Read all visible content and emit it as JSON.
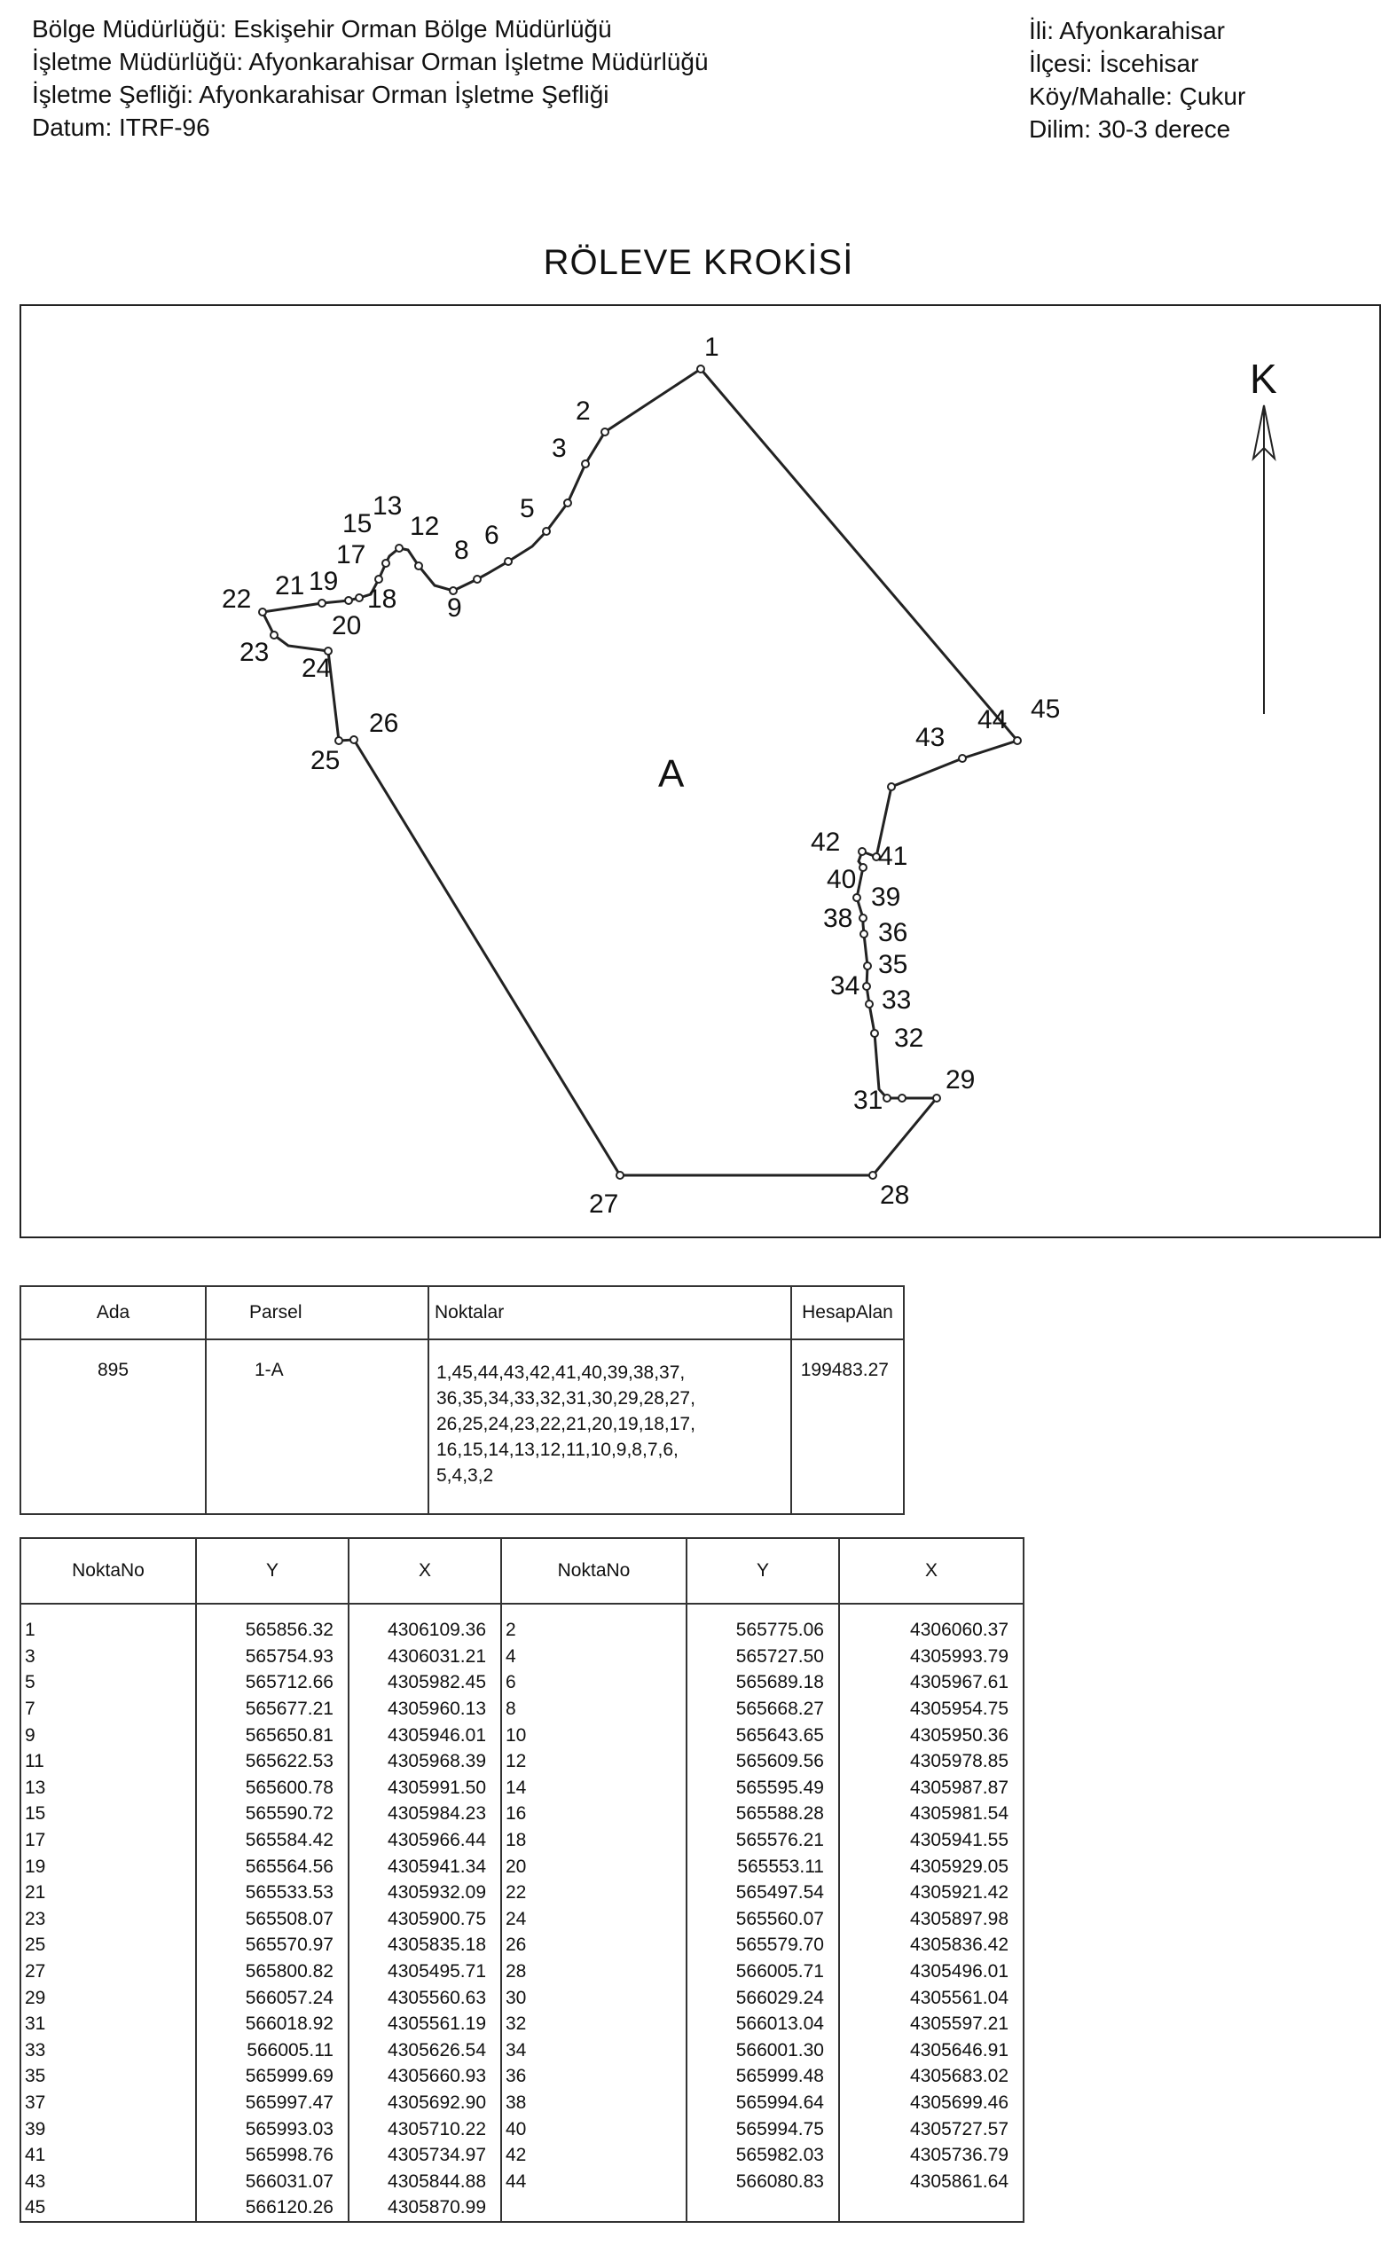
{
  "header": {
    "bolge": "Bölge Müdürlüğü: Eskişehir Orman Bölge Müdürlüğü",
    "isletme": "İşletme Müdürlüğü: Afyonkarahisar Orman İşletme Müdürlüğü",
    "seflik": "İşletme Şefliği: Afyonkarahisar Orman İşletme Şefliği",
    "datum": "Datum: ITRF-96",
    "il": "İli: Afyonkarahisar",
    "ilce": "İlçesi: İscehisar",
    "koy": "Köy/Mahalle: Çukur",
    "dilim": "Dilim:   30-3 derece"
  },
  "title": "RÖLEVE KROKİSİ",
  "sketch": {
    "north_label": "K",
    "parcel_label": "A",
    "point_labels": [
      "1",
      "2",
      "3",
      "5",
      "6",
      "8",
      "9",
      "12",
      "13",
      "15",
      "17",
      "18",
      "19",
      "20",
      "21",
      "22",
      "23",
      "24",
      "25",
      "26",
      "27",
      "28",
      "29",
      "31",
      "32",
      "33",
      "34",
      "35",
      "36",
      "38",
      "39",
      "40",
      "41",
      "42",
      "43",
      "44",
      "45"
    ]
  },
  "parcel_table": {
    "headers": [
      "Ada",
      "Parsel",
      "Noktalar",
      "HesapAlan"
    ],
    "ada": "895",
    "parsel": "1-A",
    "noktalar_lines": [
      "1,45,44,43,42,41,40,39,38,37,",
      "36,35,34,33,32,31,30,29,28,27,",
      "26,25,24,23,22,21,20,19,18,17,",
      "16,15,14,13,12,11,10,9,8,7,6,",
      "5,4,3,2"
    ],
    "alan": "199483.27"
  },
  "coord_table": {
    "headers": [
      "NoktaNo",
      "Y",
      "X",
      "NoktaNo",
      "Y",
      "X"
    ],
    "rows": [
      [
        "1",
        "565856.32",
        "4306109.36",
        "2",
        "565775.06",
        "4306060.37"
      ],
      [
        "3",
        "565754.93",
        "4306031.21",
        "4",
        "565727.50",
        "4305993.79"
      ],
      [
        "5",
        "565712.66",
        "4305982.45",
        "6",
        "565689.18",
        "4305967.61"
      ],
      [
        "7",
        "565677.21",
        "4305960.13",
        "8",
        "565668.27",
        "4305954.75"
      ],
      [
        "9",
        "565650.81",
        "4305946.01",
        "10",
        "565643.65",
        "4305950.36"
      ],
      [
        "11",
        "565622.53",
        "4305968.39",
        "12",
        "565609.56",
        "4305978.85"
      ],
      [
        "13",
        "565600.78",
        "4305991.50",
        "14",
        "565595.49",
        "4305987.87"
      ],
      [
        "15",
        "565590.72",
        "4305984.23",
        "16",
        "565588.28",
        "4305981.54"
      ],
      [
        "17",
        "565584.42",
        "4305966.44",
        "18",
        "565576.21",
        "4305941.55"
      ],
      [
        "19",
        "565564.56",
        "4305941.34",
        "20",
        "565553.11",
        "4305929.05"
      ],
      [
        "21",
        "565533.53",
        "4305932.09",
        "22",
        "565497.54",
        "4305921.42"
      ],
      [
        "23",
        "565508.07",
        "4305900.75",
        "24",
        "565560.07",
        "4305897.98"
      ],
      [
        "25",
        "565570.97",
        "4305835.18",
        "26",
        "565579.70",
        "4305836.42"
      ],
      [
        "27",
        "565800.82",
        "4305495.71",
        "28",
        "566005.71",
        "4305496.01"
      ],
      [
        "29",
        "566057.24",
        "4305560.63",
        "30",
        "566029.24",
        "4305561.04"
      ],
      [
        "31",
        "566018.92",
        "4305561.19",
        "32",
        "566013.04",
        "4305597.21"
      ],
      [
        "33",
        "566005.11",
        "4305626.54",
        "34",
        "566001.30",
        "4305646.91"
      ],
      [
        "35",
        "565999.69",
        "4305660.93",
        "36",
        "565999.48",
        "4305683.02"
      ],
      [
        "37",
        "565997.47",
        "4305692.90",
        "38",
        "565994.64",
        "4305699.46"
      ],
      [
        "39",
        "565993.03",
        "4305710.22",
        "40",
        "565994.75",
        "4305727.57"
      ],
      [
        "41",
        "565998.76",
        "4305734.97",
        "42",
        "565982.03",
        "4305736.79"
      ],
      [
        "43",
        "566031.07",
        "4305844.88",
        "44",
        "566080.83",
        "4305861.64"
      ],
      [
        "45",
        "566120.26",
        "4305870.99",
        "",
        "",
        ""
      ]
    ]
  }
}
